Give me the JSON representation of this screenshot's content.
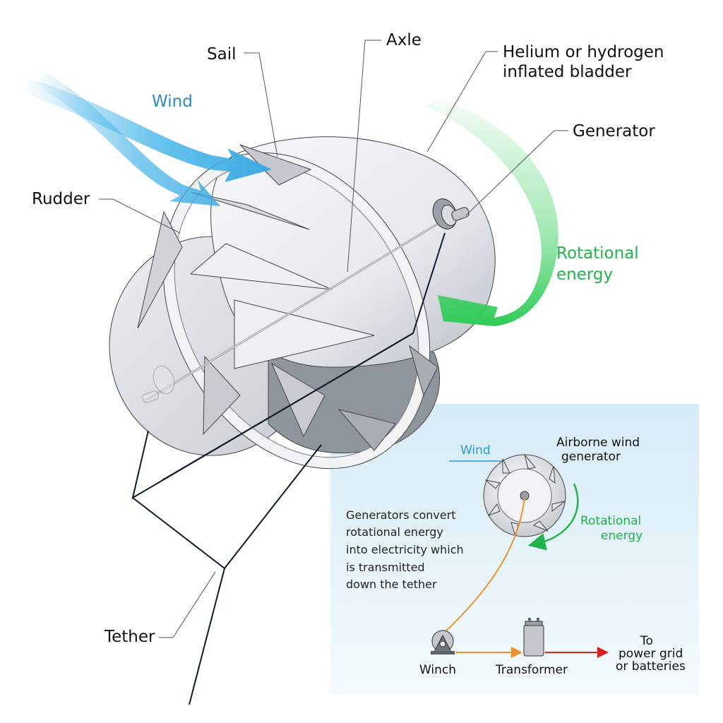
{
  "labels": {
    "sail": "Sail",
    "axle": "Axle",
    "bladder_line1": "Helium or hydrogen",
    "bladder_line2": "inflated bladder",
    "wind": "Wind",
    "generator": "Generator",
    "rudder": "Rudder",
    "rotational_line1": "Rotational",
    "rotational_line2": "energy",
    "tether": "Tether"
  },
  "inset": {
    "wind": "Wind",
    "airborne_line1": "Airborne wind",
    "airborne_line2": "generator",
    "rotational_line1": "Rotational",
    "rotational_line2": "energy",
    "description_lines": [
      "Generators convert",
      "rotational energy",
      "into electricity which",
      "is transmitted",
      "down the tether"
    ],
    "winch": "Winch",
    "transformer": "Transformer",
    "destination_lines": [
      "To",
      "power grid",
      "or batteries"
    ]
  },
  "colors": {
    "wind": "#4db8ea",
    "rotation": "#2ecc55",
    "cable": "#f0922b",
    "power": "#e02020",
    "inset_bg": "#dff0f8"
  }
}
